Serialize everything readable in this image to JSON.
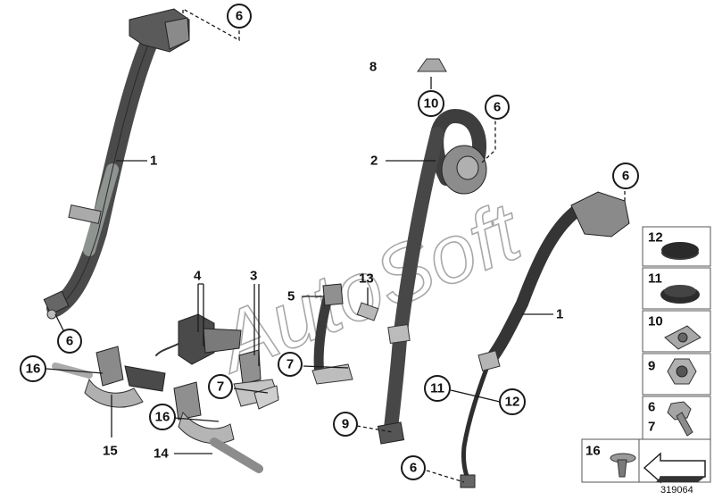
{
  "watermark": "AutoSoft",
  "diagram_id": "319064",
  "callouts": {
    "c6_top": "6",
    "c6_left": "6",
    "c8": "8",
    "c10": "10",
    "c6_mid": "6",
    "c6_right": "6",
    "c16_a": "16",
    "c16_b": "16",
    "c7_a": "7",
    "c7_b": "7",
    "c9": "9",
    "c11": "11",
    "c12": "12",
    "c6_bottom": "6"
  },
  "labels": {
    "l1_left": "1",
    "l2": "2",
    "l1_right": "1",
    "l4": "4",
    "l3": "3",
    "l5": "5",
    "l13": "13",
    "l15": "15",
    "l14": "14"
  },
  "parts_panel": [
    {
      "number": "12",
      "icon": "grommet-icon"
    },
    {
      "number": "11",
      "icon": "grommet-icon"
    },
    {
      "number": "10",
      "icon": "clip-nut-icon"
    },
    {
      "number": "9",
      "icon": "hex-nut-icon"
    },
    {
      "number": "6",
      "number2": "7",
      "icon": "hex-bolt-icon"
    },
    {
      "number": "16",
      "icon": "torx-screw-icon",
      "icon2": "arrow-badge-icon"
    }
  ]
}
